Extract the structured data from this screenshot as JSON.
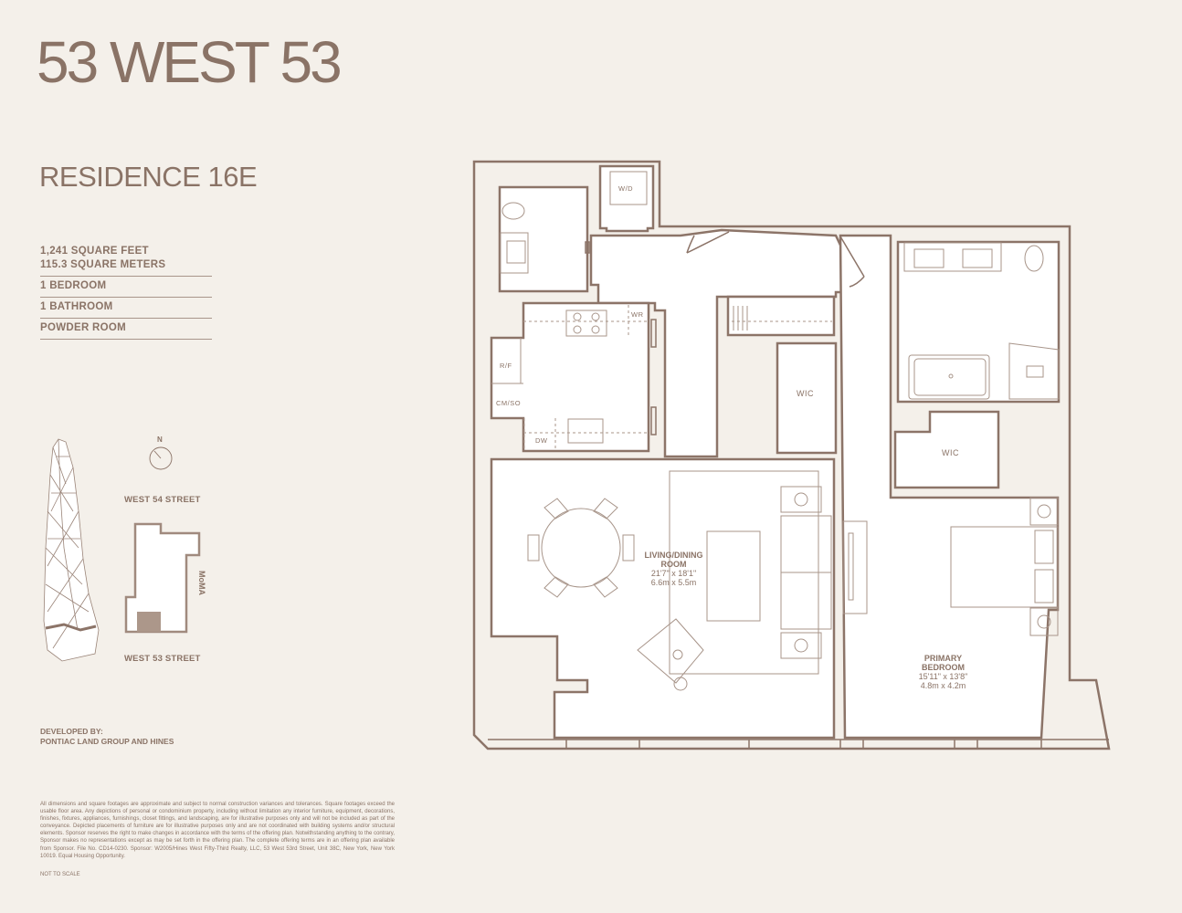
{
  "header": {
    "brand_title": "53 WEST 53",
    "residence_title": "RESIDENCE 16E"
  },
  "specs": {
    "area_sqft": "1,241 SQUARE FEET",
    "area_sqm": "115.3 SQUARE METERS",
    "bedrooms": "1 BEDROOM",
    "bathrooms": "1 BATHROOM",
    "extra": "POWDER ROOM"
  },
  "site_map": {
    "compass_label": "N",
    "street_north": "WEST 54 STREET",
    "street_south": "WEST 53 STREET",
    "neighbor_label": "MoMA"
  },
  "developer": {
    "label": "DEVELOPED BY:",
    "name": "PONTIAC LAND GROUP AND HINES"
  },
  "disclaimer": "All dimensions and square footages are approximate and subject to normal construction variances and tolerances. Square footages exceed the usable floor area. Any depictions of personal or condominium property, including without limitation any interior furniture, equipment, decorations, finishes, fixtures, appliances, furnishings, closet fittings, and landscaping, are for illustrative purposes only and will not be included as part of the conveyance. Depicted placements of furniture are for illustrative purposes only and are not coordinated with building systems and/or structural elements. Sponsor reserves the right to make changes in accordance with the terms of the offering plan. Notwithstanding anything to the contrary, Sponsor makes no representations except as may be set forth in the offering plan. The complete offering terms are in an offering plan available from Sponsor. File No. CD14-0230. Sponsor: W2005/Hines West Fifty-Third Realty, LLC, 53 West 53rd Street, Unit 38C, New York, New York 10019. Equal Housing Opportunity.",
  "scale_note": "NOT TO SCALE",
  "floor_plan": {
    "living_room": {
      "name_line1": "LIVING/DINING",
      "name_line2": "ROOM",
      "dim_imperial": "21'7\" x 18'1\"",
      "dim_metric": "6.6m x 5.5m"
    },
    "primary_bedroom": {
      "name_line1": "PRIMARY",
      "name_line2": "BEDROOM",
      "dim_imperial": "15'11\" x 13'8\"",
      "dim_metric": "4.8m x 4.2m"
    },
    "fixtures": {
      "washer_dryer": "W/D",
      "wine_refrigerator": "WR",
      "refrigerator_freezer": "R/F",
      "coffee_maker_steam_oven": "CM/SO",
      "dishwasher": "DW",
      "closet_1": "WIC",
      "closet_2": "WIC"
    }
  },
  "colors": {
    "background": "#f4f0ea",
    "text_brown": "#8a7366",
    "wall": "#8c7468",
    "fixture_line": "#a8958a",
    "interior": "#ffffff"
  }
}
